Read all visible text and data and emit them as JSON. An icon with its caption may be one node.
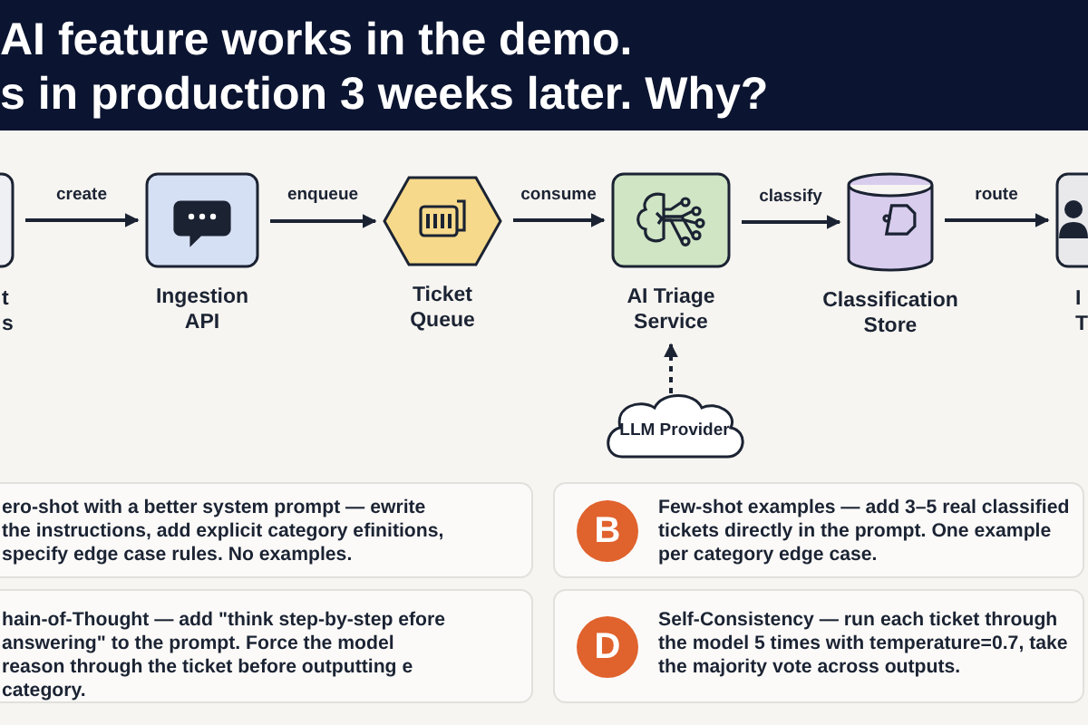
{
  "diagram": {
    "title": "AI feature works in the demo.",
    "nodes": [
      {
        "text": [
          "t s"
        ]
      },
      {
        "text": [
          "Ingestion API"
        ]
      },
      {
        "text": [
          "Ticket Queue"
        ]
      },
      {
        "text": [
          "AI Triage Service"
        ]
      },
      {
        "text": [
          "Classification Store"
        ]
      },
      {
        "text": [
          "I T"
        ]
      },
      {
        "text": [
          "LLM Provider"
        ]
      },
      {
        "text": [
          "ero-shot with a better system prompt — ewrite the instructions, add explicit category efinitions, specify edge case rules. No examples."
        ]
      },
      {
        "text": [
          "B",
          "Few-shot examples — add 3–5 real classified tickets directly in the prompt. One example per category edge case."
        ]
      },
      {
        "text": [
          "hain-of-Thought — add \"think step-by-step efore answering\" to the prompt. Force the model reason through the ticket before outputting e category."
        ]
      },
      {
        "text": [
          "D",
          "Self-Consistency — run each ticket through the model 5 times with temperature=0.7, take the majority vote across outputs."
        ]
      }
    ],
    "edges": [
      {
        "from": 0,
        "to": 1,
        "arrow": "to",
        "label": "create"
      },
      {
        "from": 1,
        "to": 2,
        "arrow": "to",
        "label": "enqueue"
      },
      {
        "from": 2,
        "to": 3,
        "arrow": "to",
        "label": "consume"
      },
      {
        "from": 3,
        "to": 4,
        "arrow": "to",
        "label": "classify"
      },
      {
        "from": 4,
        "to": 5,
        "arrow": "to",
        "label": "route"
      },
      {
        "from": 6,
        "to": 3,
        "arrow": "to",
        "style": "dashed"
      }
    ],
    "labels": [
      "s in production 3 weeks later. Why?"
    ]
  }
}
